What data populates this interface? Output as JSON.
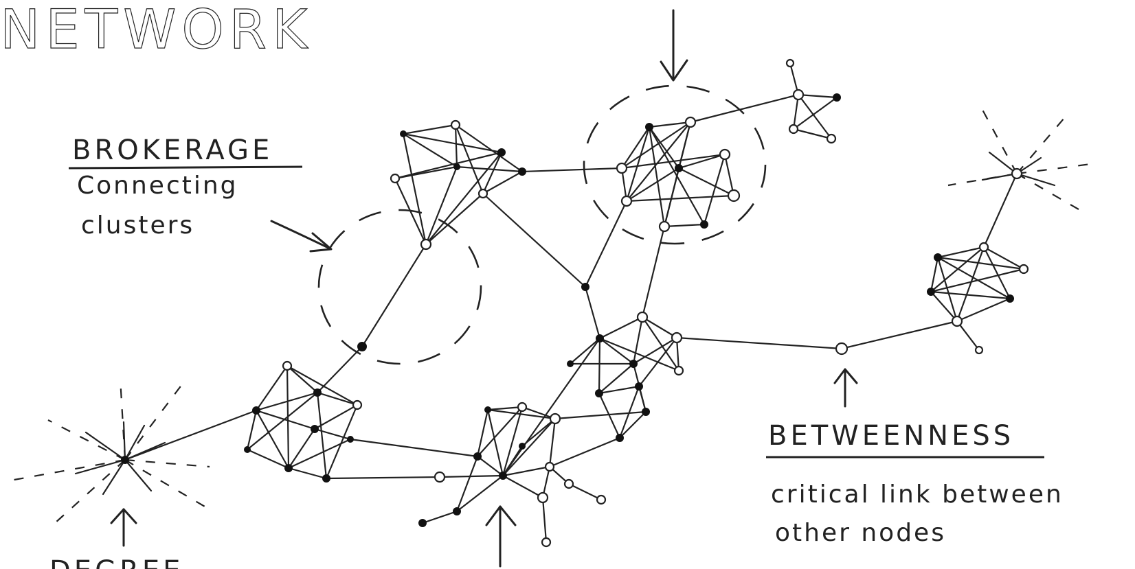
{
  "title": "NETWORK",
  "labels": {
    "brokerage": {
      "heading": "BROKERAGE",
      "line1": "Connecting",
      "line2": "clusters"
    },
    "betweenness": {
      "heading": "BETWEENNESS",
      "line1": "critical link between",
      "line2": "other nodes"
    },
    "degree": {
      "heading": "DEGREE"
    }
  },
  "colors": {
    "ink": "#222222",
    "paper": "#ffffff"
  }
}
